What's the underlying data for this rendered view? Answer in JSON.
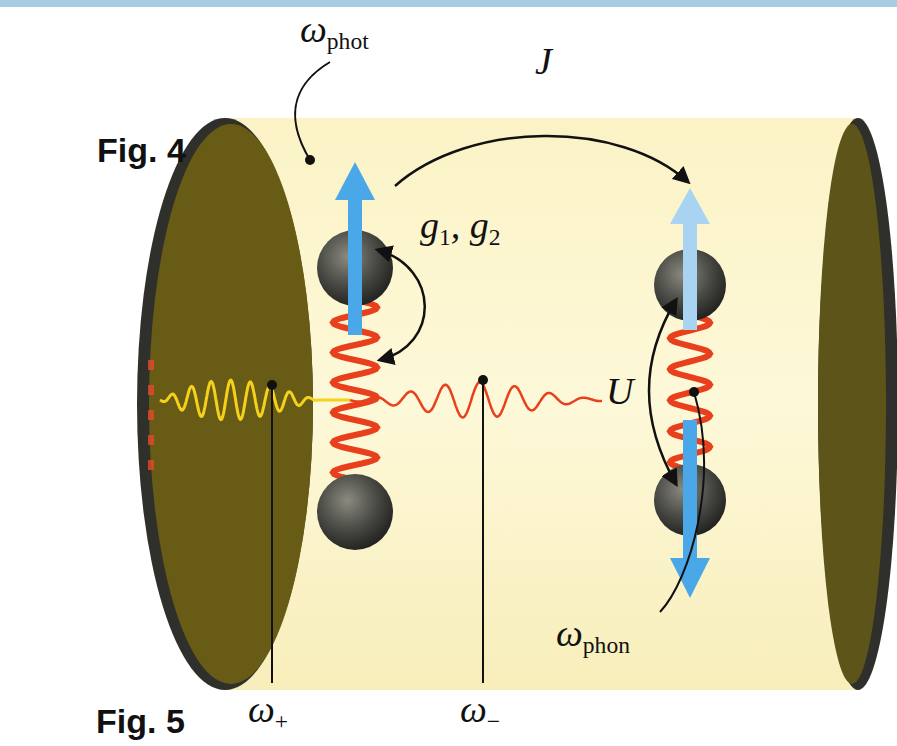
{
  "diagram": {
    "labels": [
      "Fig. 4",
      "ωphot",
      "J",
      "g1, g2",
      "U",
      "ωphon",
      "ω+",
      "ω−",
      "Fig. 5"
    ]
  }
}
